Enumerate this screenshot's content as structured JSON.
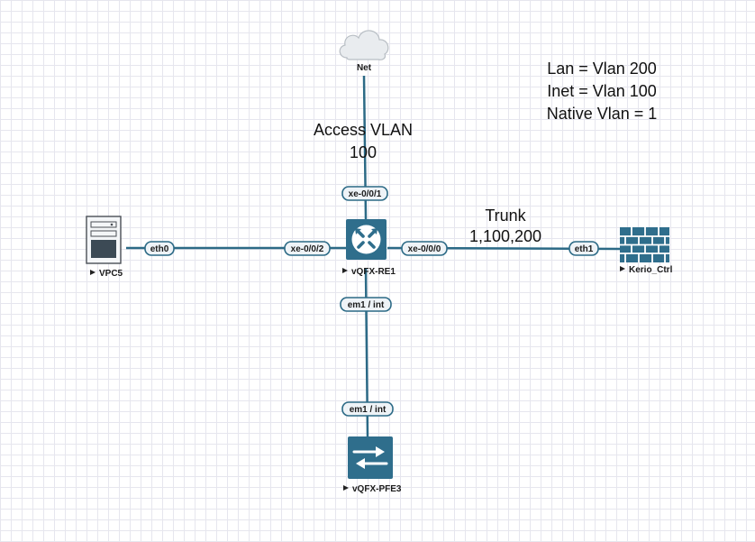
{
  "nodes": {
    "net": {
      "label": "Net",
      "icon": "cloud-icon"
    },
    "router": {
      "label": "vQFX-RE1",
      "icon": "router-icon"
    },
    "vpcs": {
      "label": "VPC5",
      "icon": "server-icon"
    },
    "firewall": {
      "label": "Kerio_Ctrl",
      "icon": "firewall-icon"
    },
    "pfe": {
      "label": "vQFX-PFE3",
      "icon": "switch-icon"
    }
  },
  "interfaces": {
    "router_top": "xe-0/0/1",
    "router_left": "xe-0/0/2",
    "router_right": "xe-0/0/0",
    "router_bottom": "em1 / int",
    "pfe_top": "em1 / int",
    "vpcs_port": "eth0",
    "firewall_port": "eth1"
  },
  "annotations": {
    "access_line1": "Access VLAN",
    "access_line2": "100",
    "trunk_line1": "Trunk",
    "trunk_line2": "1,100,200"
  },
  "legend": {
    "line1": "Lan = Vlan 200",
    "line2": "Inet = Vlan 100",
    "line3": "Native Vlan = 1"
  },
  "colors": {
    "link": "#2c6a86",
    "device": "#2f6e8c",
    "cloud": "#e9ecef"
  }
}
